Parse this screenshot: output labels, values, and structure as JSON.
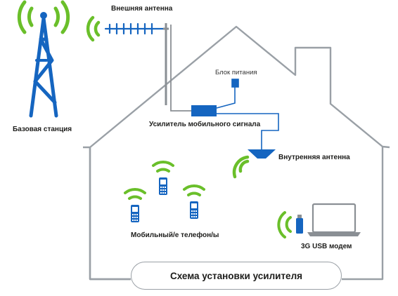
{
  "labels": {
    "outer_antenna": "Внешняя антенна",
    "power_supply": "Блок питания",
    "base_station": "Базовая станция",
    "amplifier": "Усилитель мобильного сигнала",
    "inner_antenna": "Внутренняя антенна",
    "phones": "Мобильный/е телефон/ы",
    "usb_modem": "3G USB модем",
    "scheme_title": "Схема установки усилителя"
  },
  "colors": {
    "house_outline": "#9aa0a6",
    "device_blue": "#1565c0",
    "signal_green": "#6abf2a",
    "cable": "#8a8f94",
    "cable_blue": "#1565c0"
  },
  "icons": {
    "tower": "radio-tower-icon",
    "outer_antenna": "yagi-antenna-icon",
    "amplifier": "amplifier-box-icon",
    "power": "power-supply-icon",
    "inner_antenna": "indoor-antenna-icon",
    "phone": "mobile-phone-icon",
    "laptop": "laptop-icon",
    "usb_modem": "usb-modem-icon",
    "signal": "signal-waves-icon"
  }
}
